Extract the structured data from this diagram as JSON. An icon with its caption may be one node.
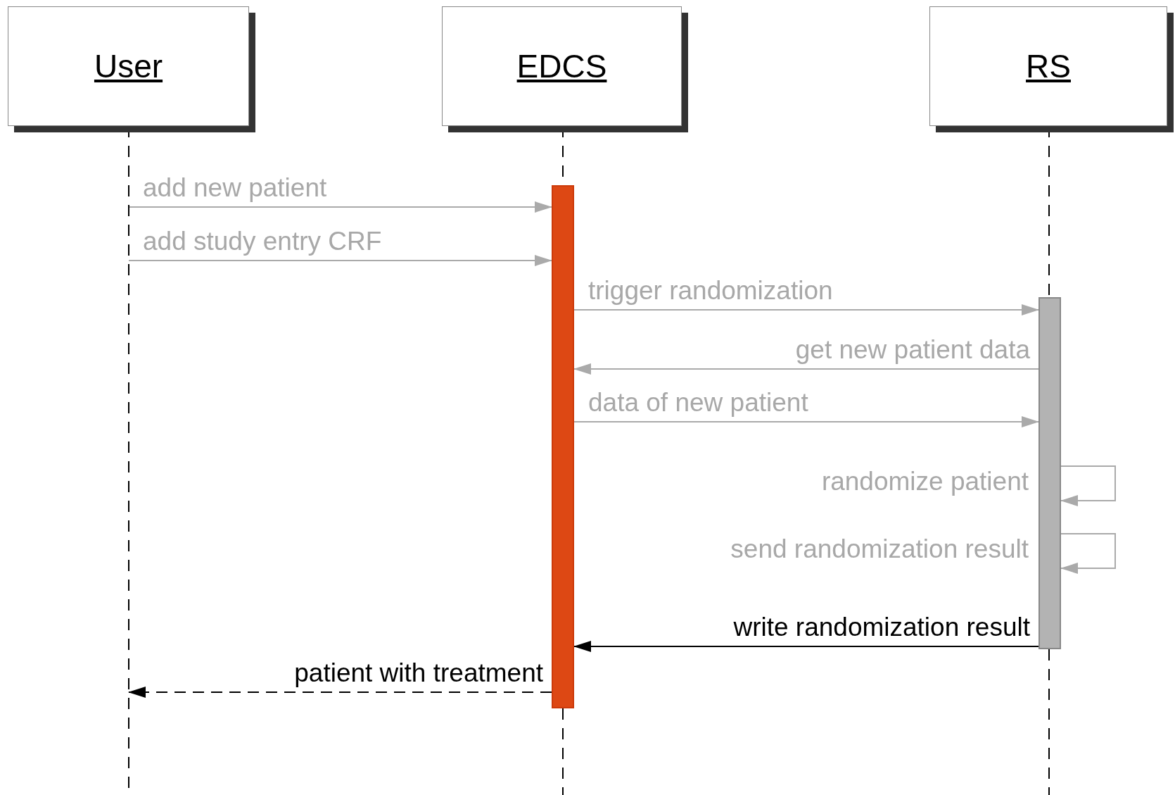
{
  "diagram": {
    "nodes": [
      {
        "text": [
          "User"
        ]
      },
      {
        "text": [
          "EDCS"
        ]
      },
      {
        "text": [
          "RS"
        ]
      },
      {
        "text": [],
        "shape": "bar"
      },
      {
        "text": [],
        "shape": "bar"
      }
    ],
    "edges": [
      {
        "from": null,
        "to": 3,
        "arrow": "to",
        "label": "add new patient"
      },
      {
        "from": null,
        "to": 3,
        "arrow": "to",
        "label": "add study entry CRF"
      },
      {
        "from": 3,
        "to": 4,
        "arrow": "to",
        "label": "trigger randomization"
      },
      {
        "from": 4,
        "to": 3,
        "arrow": "to",
        "label": "get new patient data"
      },
      {
        "from": 3,
        "to": 4,
        "arrow": "to",
        "label": "data of new patient"
      },
      {
        "from": 4,
        "to": 4,
        "arrow": "to",
        "label": "randomize patient"
      },
      {
        "from": 4,
        "to": 4,
        "arrow": "to",
        "label": "send randomization result"
      },
      {
        "from": 4,
        "to": 3,
        "arrow": "to",
        "label": "write randomization result",
        "color": "#000000"
      },
      {
        "from": 3,
        "to": null,
        "arrow": "to",
        "label": "patient with treatment",
        "style": "dashed",
        "color": "#000000"
      },
      {
        "from": 0,
        "to": null,
        "arrow": "none",
        "style": "dashed",
        "color": "#000000"
      },
      {
        "from": 1,
        "to": 3,
        "arrow": "none",
        "style": "dashed",
        "color": "#000000"
      },
      {
        "from": 3,
        "to": null,
        "arrow": "none",
        "style": "dashed",
        "color": "#000000"
      },
      {
        "from": 2,
        "to": 4,
        "arrow": "none",
        "style": "dashed",
        "color": "#000000"
      },
      {
        "from": 4,
        "to": null,
        "arrow": "none",
        "style": "dashed",
        "color": "#000000"
      }
    ]
  }
}
